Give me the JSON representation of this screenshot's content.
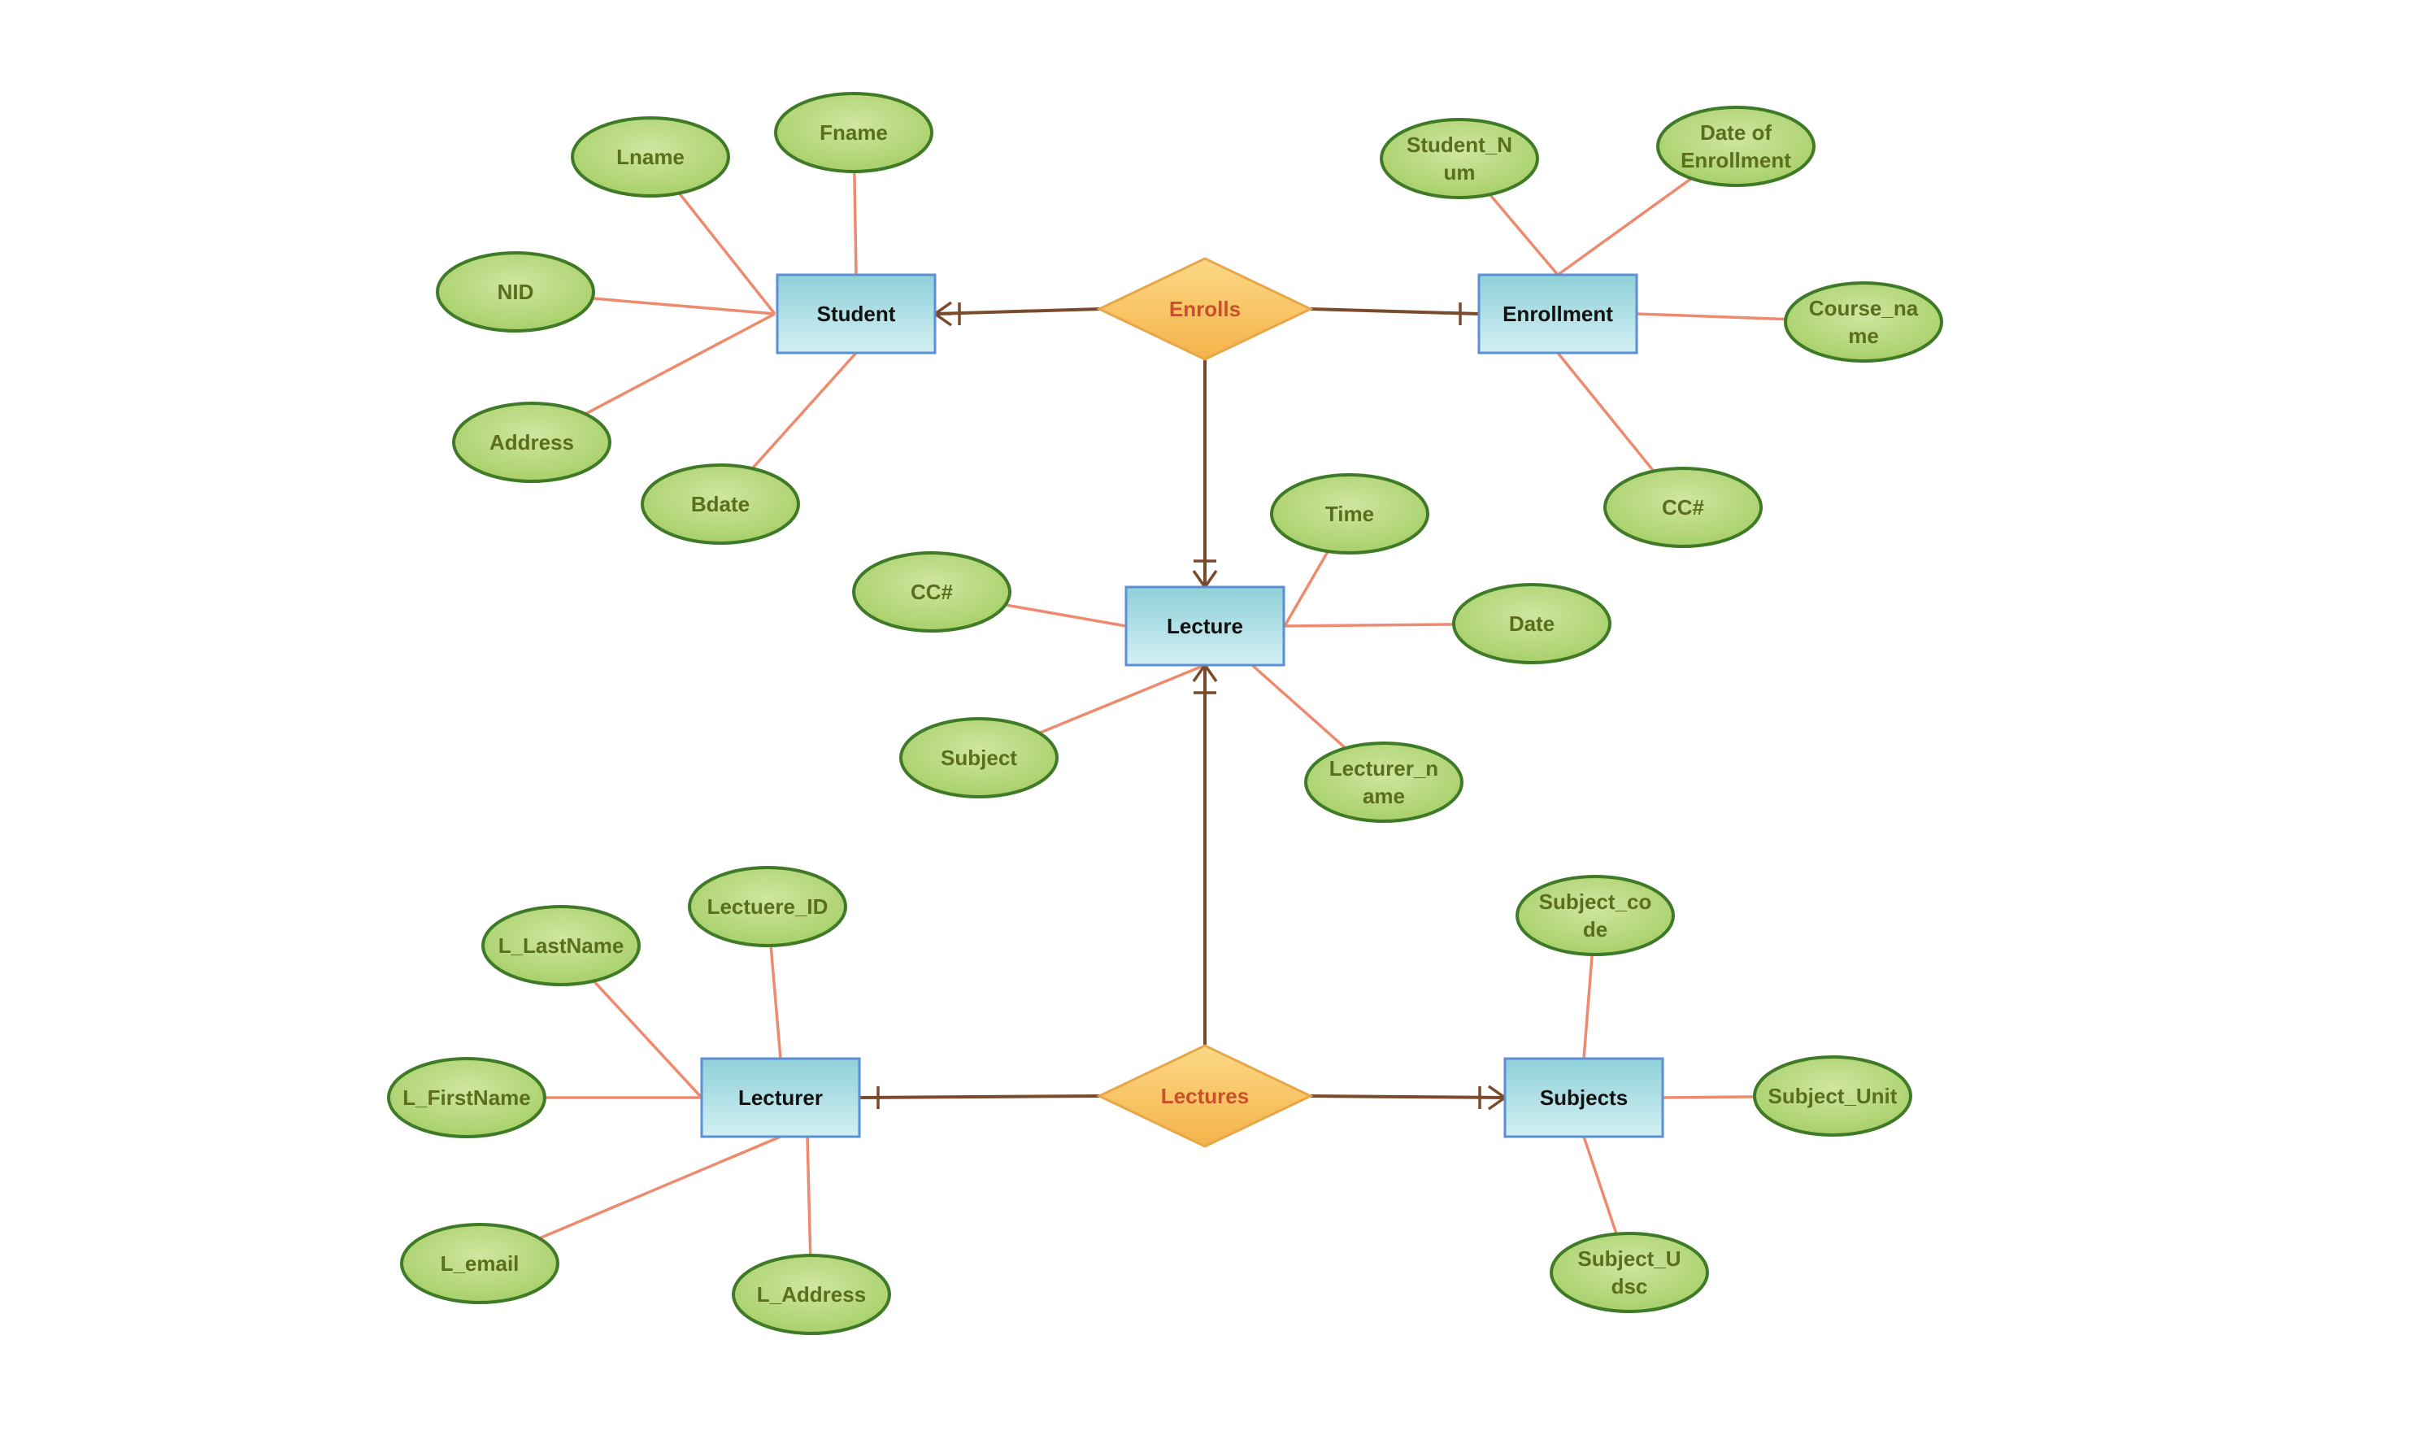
{
  "colors": {
    "entity_fill_top": "#8fd0d8",
    "entity_fill_bottom": "#cfeef1",
    "entity_stroke": "#5b8fd6",
    "entity_text": "#111111",
    "relationship_fill": "#f7c25a",
    "relationship_stroke": "#e8a64a",
    "relationship_text": "#c8502a",
    "attribute_fill": "#b5d878",
    "attribute_stroke": "#3f7a26",
    "attribute_text": "#5b6e1e",
    "attribute_line": "#ee8a6e",
    "relationship_line": "#7b4a2a"
  },
  "entities": [
    {
      "id": "student",
      "label": "Student"
    },
    {
      "id": "enrollment",
      "label": "Enrollment"
    },
    {
      "id": "lecture",
      "label": "Lecture"
    },
    {
      "id": "lecturer",
      "label": "Lecturer"
    },
    {
      "id": "subjects",
      "label": "Subjects"
    }
  ],
  "relationships": [
    {
      "id": "enrolls",
      "label": "Enrolls"
    },
    {
      "id": "lectures",
      "label": "Lectures"
    }
  ],
  "attributes": [
    {
      "id": "lname",
      "entity": "student",
      "lines": [
        "Lname"
      ]
    },
    {
      "id": "fname",
      "entity": "student",
      "lines": [
        "Fname"
      ]
    },
    {
      "id": "nid",
      "entity": "student",
      "lines": [
        "NID"
      ]
    },
    {
      "id": "address",
      "entity": "student",
      "lines": [
        "Address"
      ]
    },
    {
      "id": "bdate",
      "entity": "student",
      "lines": [
        "Bdate"
      ]
    },
    {
      "id": "student-num",
      "entity": "enrollment",
      "lines": [
        "Student_N",
        "um"
      ]
    },
    {
      "id": "date-of-enrollment",
      "entity": "enrollment",
      "lines": [
        "Date of",
        "Enrollment"
      ]
    },
    {
      "id": "course-name",
      "entity": "enrollment",
      "lines": [
        "Course_na",
        "me"
      ]
    },
    {
      "id": "cc-enrollment",
      "entity": "enrollment",
      "lines": [
        "CC#"
      ]
    },
    {
      "id": "time",
      "entity": "lecture",
      "lines": [
        "Time"
      ]
    },
    {
      "id": "cc-lecture",
      "entity": "lecture",
      "lines": [
        "CC#"
      ]
    },
    {
      "id": "date",
      "entity": "lecture",
      "lines": [
        "Date"
      ]
    },
    {
      "id": "subject",
      "entity": "lecture",
      "lines": [
        "Subject"
      ]
    },
    {
      "id": "lecturer-name",
      "entity": "lecture",
      "lines": [
        "Lecturer_n",
        "ame"
      ]
    },
    {
      "id": "lectuere-id",
      "entity": "lecturer",
      "lines": [
        "Lectuere_ID"
      ]
    },
    {
      "id": "l-lastname",
      "entity": "lecturer",
      "lines": [
        "L_LastName"
      ]
    },
    {
      "id": "l-firstname",
      "entity": "lecturer",
      "lines": [
        "L_FirstName"
      ]
    },
    {
      "id": "l-email",
      "entity": "lecturer",
      "lines": [
        "L_email"
      ]
    },
    {
      "id": "l-address",
      "entity": "lecturer",
      "lines": [
        "L_Address"
      ]
    },
    {
      "id": "subject-code",
      "entity": "subjects",
      "lines": [
        "Subject_co",
        "de"
      ]
    },
    {
      "id": "subject-unit",
      "entity": "subjects",
      "lines": [
        "Subject_Unit"
      ]
    },
    {
      "id": "subject-udsc",
      "entity": "subjects",
      "lines": [
        "Subject_U",
        "dsc"
      ]
    }
  ]
}
